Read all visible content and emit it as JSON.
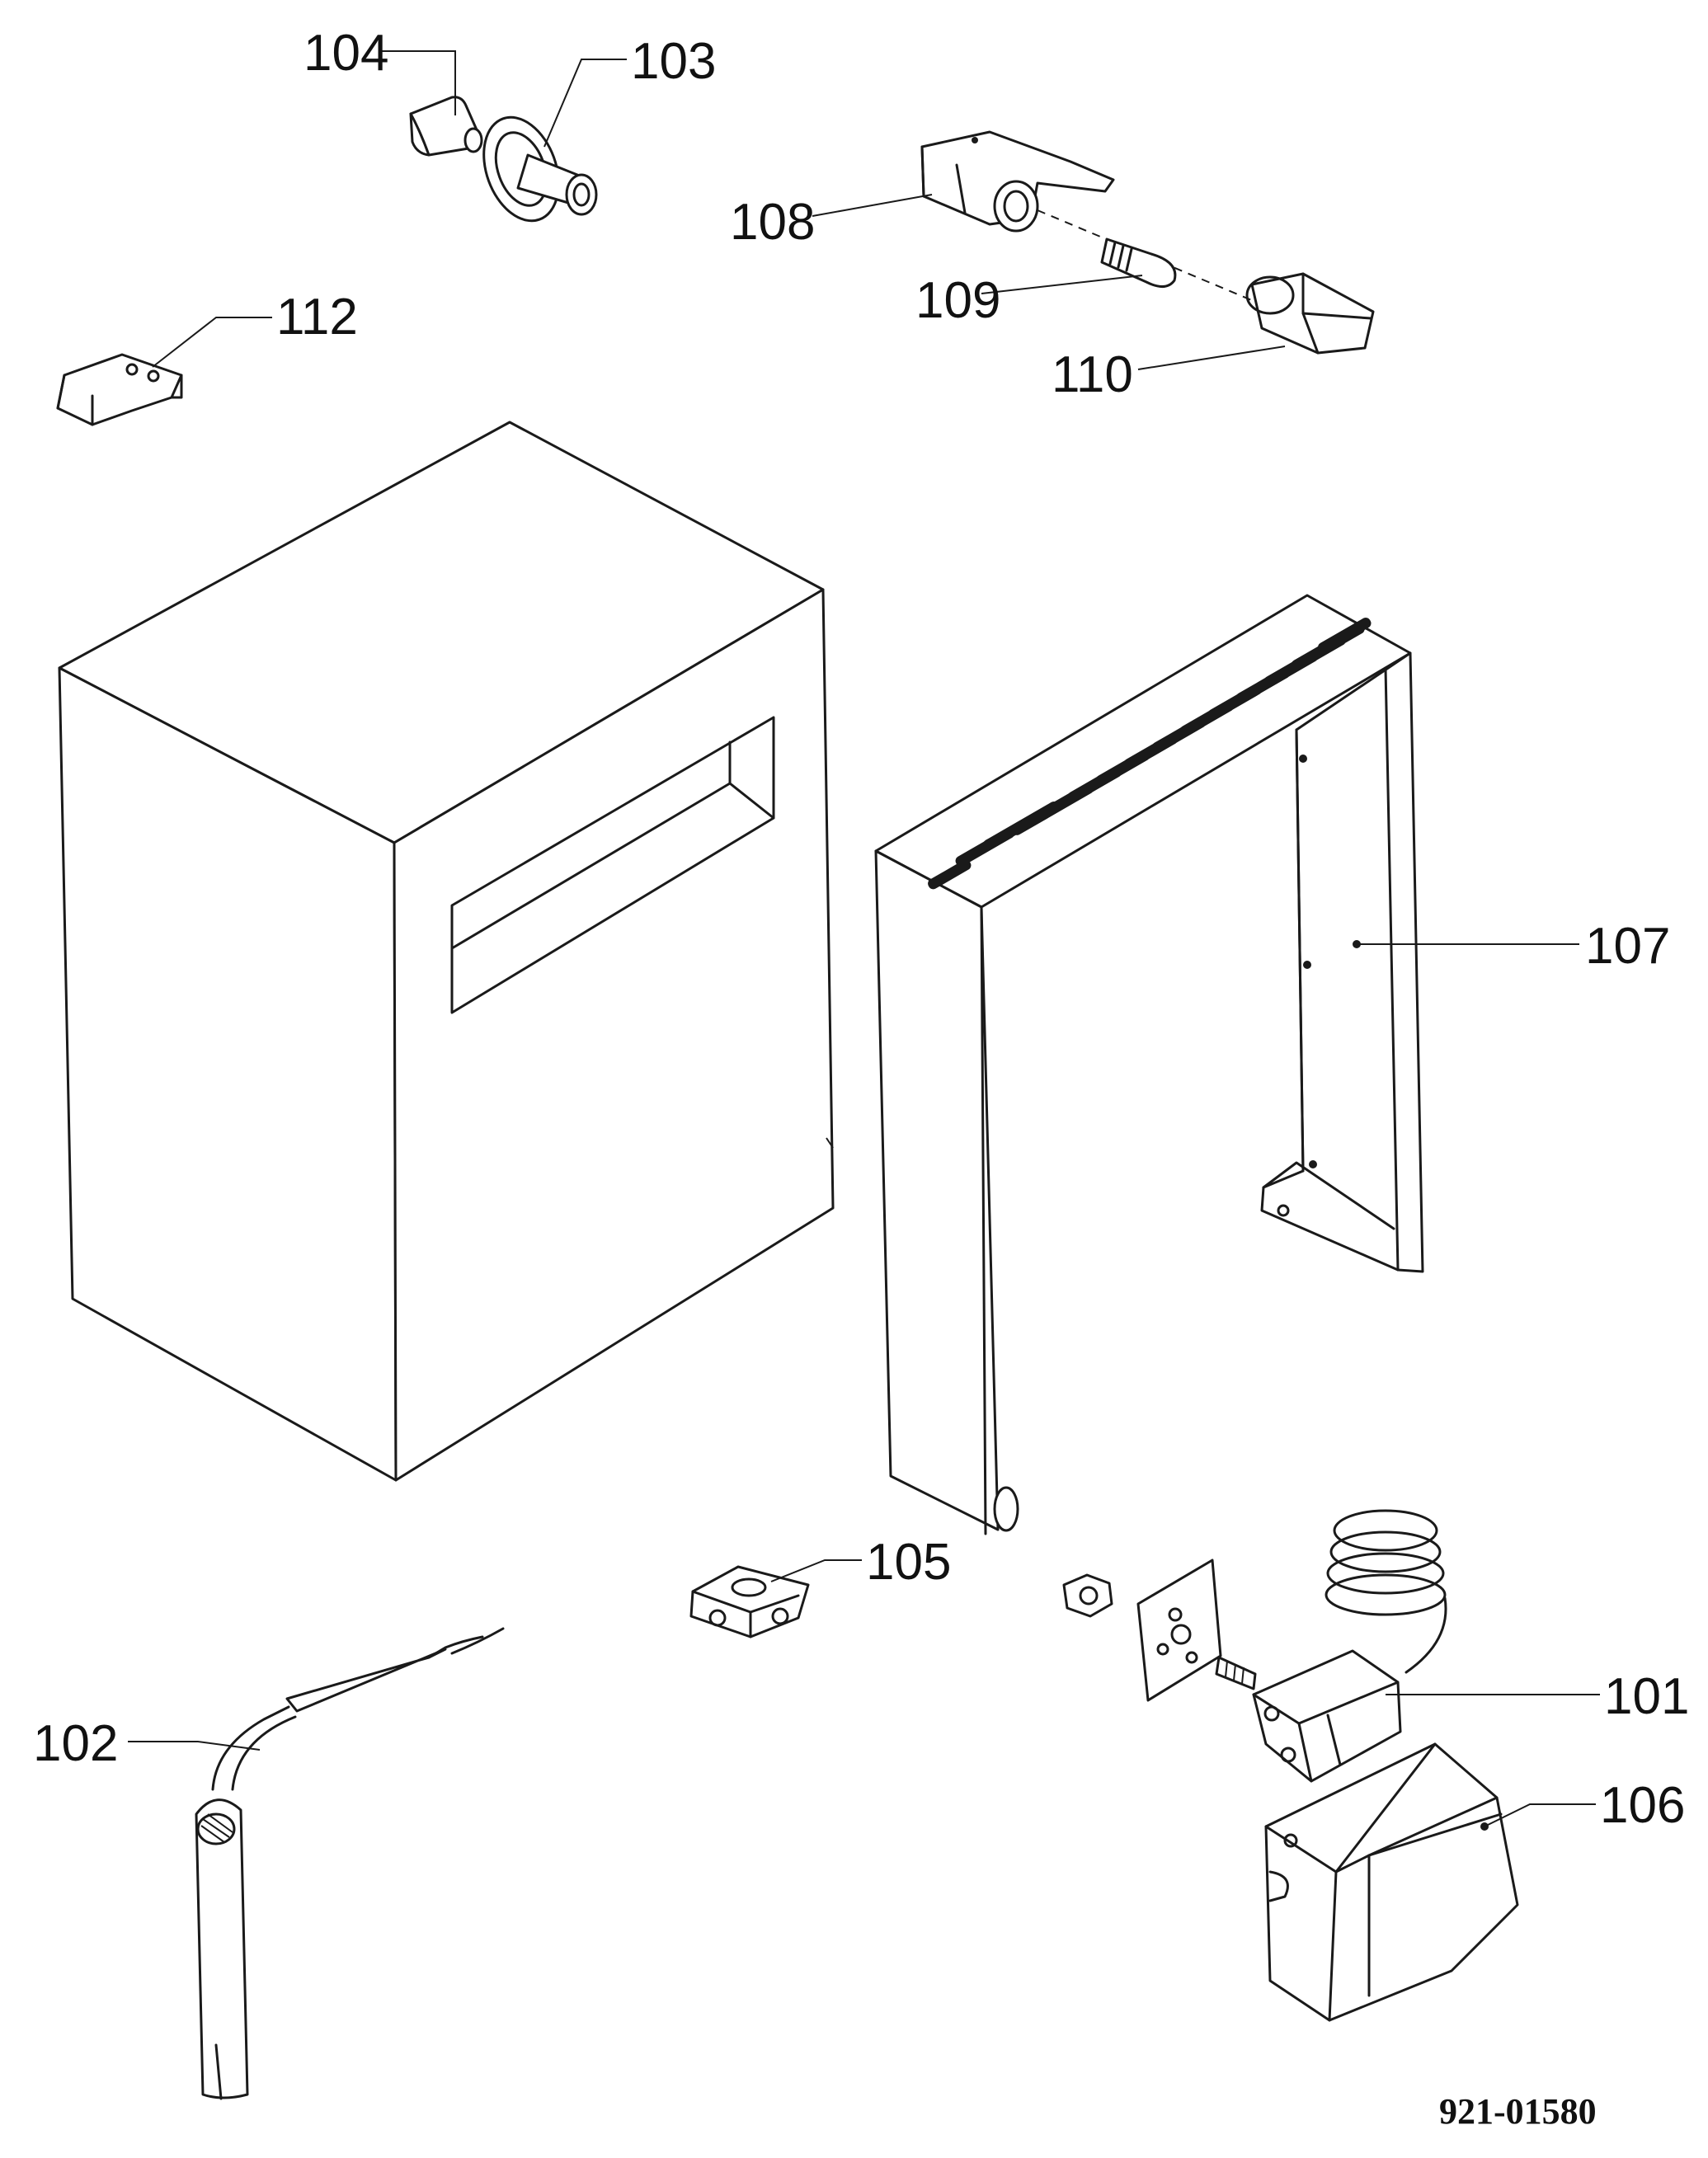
{
  "drawing": {
    "code": "921-01580"
  },
  "parts": [
    {
      "id": "p101",
      "label": "101"
    },
    {
      "id": "p102",
      "label": "102"
    },
    {
      "id": "p103",
      "label": "103"
    },
    {
      "id": "p104",
      "label": "104"
    },
    {
      "id": "p105",
      "label": "105"
    },
    {
      "id": "p106",
      "label": "106"
    },
    {
      "id": "p107",
      "label": "107"
    },
    {
      "id": "p108",
      "label": "108"
    },
    {
      "id": "p109",
      "label": "109"
    },
    {
      "id": "p110",
      "label": "110"
    },
    {
      "id": "p112",
      "label": "112"
    }
  ]
}
